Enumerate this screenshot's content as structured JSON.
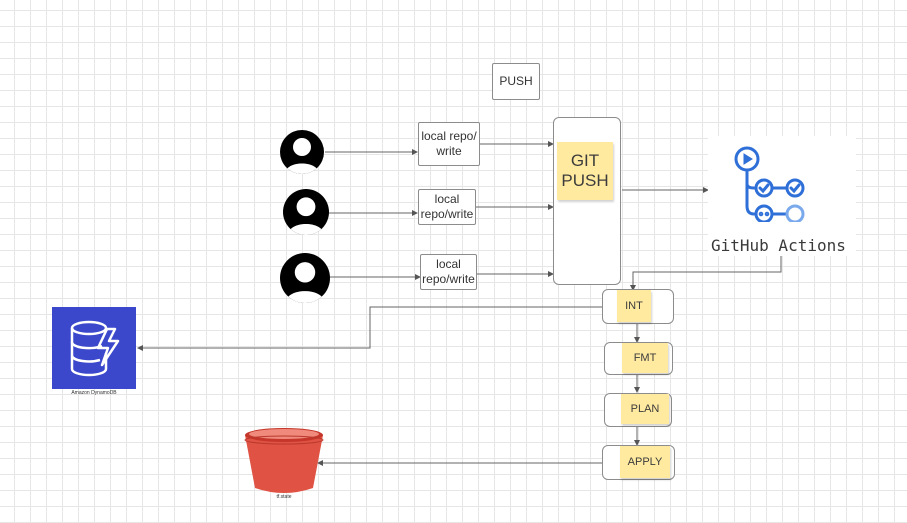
{
  "push_label": "PUSH",
  "git_push": "GIT PUSH",
  "users": [
    {
      "label": "local repo/ write"
    },
    {
      "label": "local repo/write"
    },
    {
      "label": "local repo/write"
    }
  ],
  "github": {
    "text": "GitHub Actions"
  },
  "steps": [
    {
      "label": "INT"
    },
    {
      "label": "FMT"
    },
    {
      "label": "PLAN"
    },
    {
      "label": "APPLY"
    }
  ],
  "dynamodb": {
    "label": "Amazon DynamoDB"
  },
  "s3": {
    "label": "tf.state"
  },
  "colors": {
    "sticky": "#ffeaa0",
    "dynamo": "#3b48cc",
    "bucket": "#e05243",
    "gh_blue": "#2f6fd8"
  }
}
